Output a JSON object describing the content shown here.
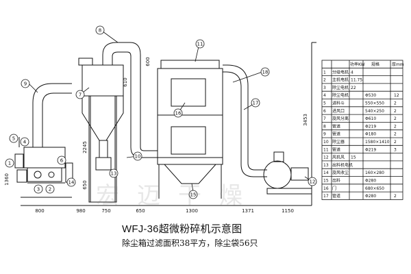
{
  "title": "WFJ-36超微粉碎机示意图",
  "note": "除尘箱过滤面积38平方，除尘袋56只",
  "watermark": "宏迈干燥",
  "callouts": [
    "1",
    "2",
    "3",
    "4",
    "5",
    "6",
    "7",
    "8",
    "9",
    "10",
    "11",
    "12",
    "13",
    "14",
    "15",
    "16",
    "17",
    "18"
  ],
  "dimensions": {
    "bottom": [
      "800",
      "980",
      "750",
      "650",
      "1300",
      "1371",
      "1150"
    ],
    "vertical": [
      "600",
      "610",
      "2245",
      "1360",
      "650",
      "3453"
    ]
  },
  "table": {
    "headers": [
      "功率KW",
      "规格",
      "厚mm"
    ],
    "rows": [
      [
        "1",
        "分级电机",
        "4",
        "",
        ""
      ],
      [
        "2",
        "主机电机",
        "11.75",
        "",
        ""
      ],
      [
        "3",
        "除尘电机",
        "22",
        "",
        ""
      ],
      [
        "4",
        "除尘电机",
        "",
        "Φ530",
        "12"
      ],
      [
        "5",
        "进料斗",
        "",
        "550×550",
        "2"
      ],
      [
        "6",
        "进风口",
        "",
        "540×250",
        "2"
      ],
      [
        "7",
        "旋风分离",
        "",
        "Φ610",
        "2"
      ],
      [
        "8",
        "管道",
        "",
        "Φ219",
        "2"
      ],
      [
        "9",
        "管道",
        "",
        "Φ180",
        "2"
      ],
      [
        "10",
        "除尘器",
        "",
        "1580×1410",
        "2"
      ],
      [
        "11",
        "管道",
        "",
        "Φ219",
        "3"
      ],
      [
        "12",
        "风机风",
        "15",
        "",
        ""
      ],
      [
        "13",
        "出料机电机",
        "",
        "",
        ""
      ],
      [
        "14",
        "旋风收尘",
        "",
        "160×280",
        ""
      ],
      [
        "15",
        "出料",
        "",
        "Φ280",
        ""
      ],
      [
        "16",
        "门",
        "",
        "680×650",
        ""
      ],
      [
        "17",
        "管道",
        "",
        "Φ280",
        "2"
      ]
    ]
  }
}
